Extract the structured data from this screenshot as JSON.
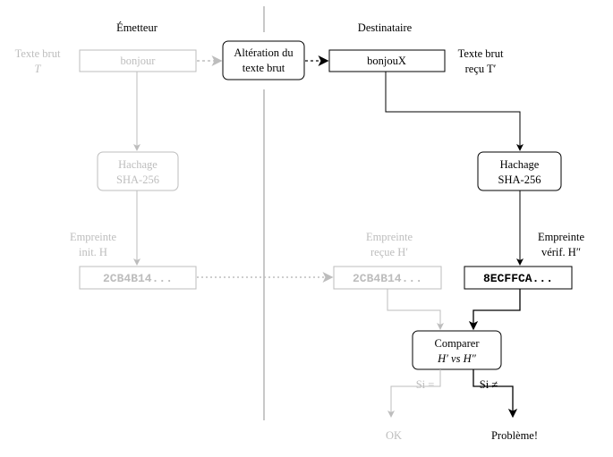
{
  "columns": {
    "sender": "Émetteur",
    "receiver": "Destinataire"
  },
  "sender": {
    "plaintext_label": [
      "Texte brut",
      "T"
    ],
    "plaintext_value": "bonjour",
    "hash_step": [
      "Hachage",
      "SHA-256"
    ],
    "hash_label": [
      "Empreinte",
      "init. H"
    ],
    "hash_value": "2CB4B14..."
  },
  "tamper": [
    "Altération du",
    "texte brut"
  ],
  "receiver": {
    "plaintext_value": "bonjouX",
    "plaintext_label": [
      "Texte brut",
      "reçu T′"
    ],
    "hash_step": [
      "Hachage",
      "SHA-256"
    ],
    "received_hash_label": [
      "Empreinte",
      "reçue H′"
    ],
    "received_hash_value": "2CB4B14...",
    "verif_hash_label": [
      "Empreinte",
      "vérif. H″"
    ],
    "verif_hash_value": "8ECFFCA...",
    "compare": [
      "Comparer",
      "H′ vs H″"
    ],
    "branch_equal": "Si =",
    "branch_not_equal": "Si ≠",
    "result_ok": "OK",
    "result_problem": "Problème!"
  },
  "colors": {
    "inactive": "#bdbdbd",
    "active": "#000000"
  }
}
